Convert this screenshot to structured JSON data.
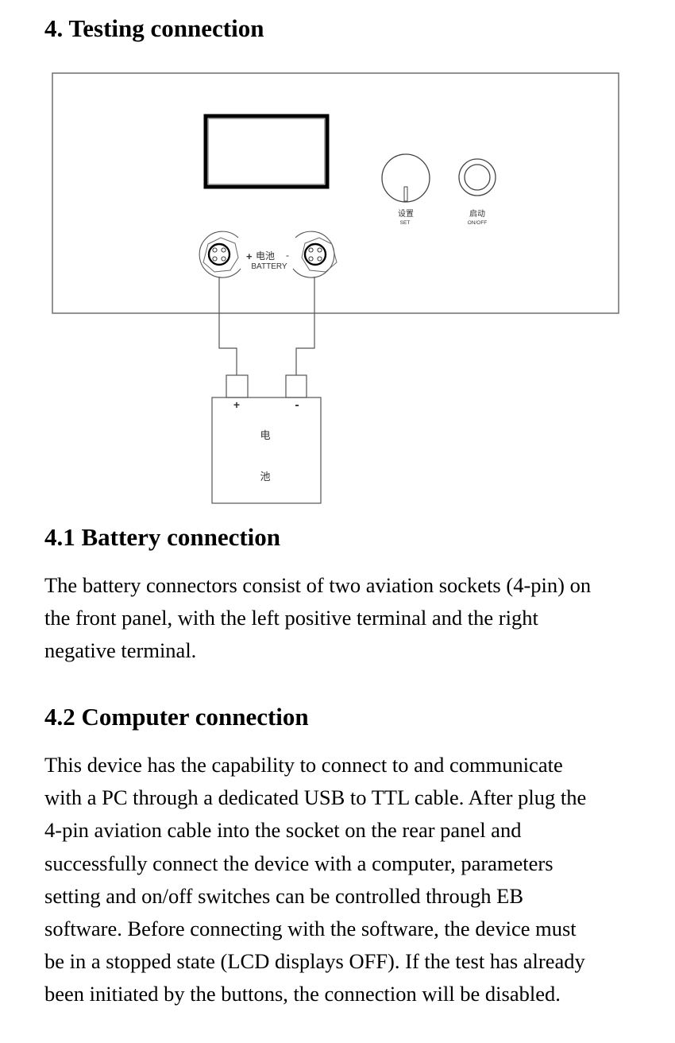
{
  "section": {
    "title": "4. Testing connection"
  },
  "diagram": {
    "panel_labels": {
      "set_cn": "设置",
      "set_en": "SET",
      "onoff_cn": "启动",
      "onoff_en": "ON/OFF",
      "battery_plus": "+",
      "battery_cn": "电池",
      "battery_minus": "-",
      "battery_en": "BATTERY"
    },
    "battery_pack": {
      "plus": "+",
      "minus": "-",
      "label_line1": "电",
      "label_line2": "池"
    }
  },
  "subsections": [
    {
      "title": "4.1 Battery connection",
      "lines": [
        "The battery connectors consist of two aviation sockets (4-pin) on",
        "the front panel, with the left positive terminal and the right",
        "negative terminal."
      ]
    },
    {
      "title": "4.2 Computer connection",
      "lines": [
        "This device has the capability to connect to and communicate",
        "with a PC through a dedicated USB to TTL cable. After plug the",
        "4-pin aviation cable into the socket on the rear panel and",
        "successfully connect the device with a computer, parameters",
        "setting and on/off switches can be controlled through EB",
        "software. Before connecting with the software, the device must",
        "be in a stopped state (LCD displays OFF). If the test has already",
        "been initiated by the buttons, the connection will be disabled."
      ]
    }
  ]
}
